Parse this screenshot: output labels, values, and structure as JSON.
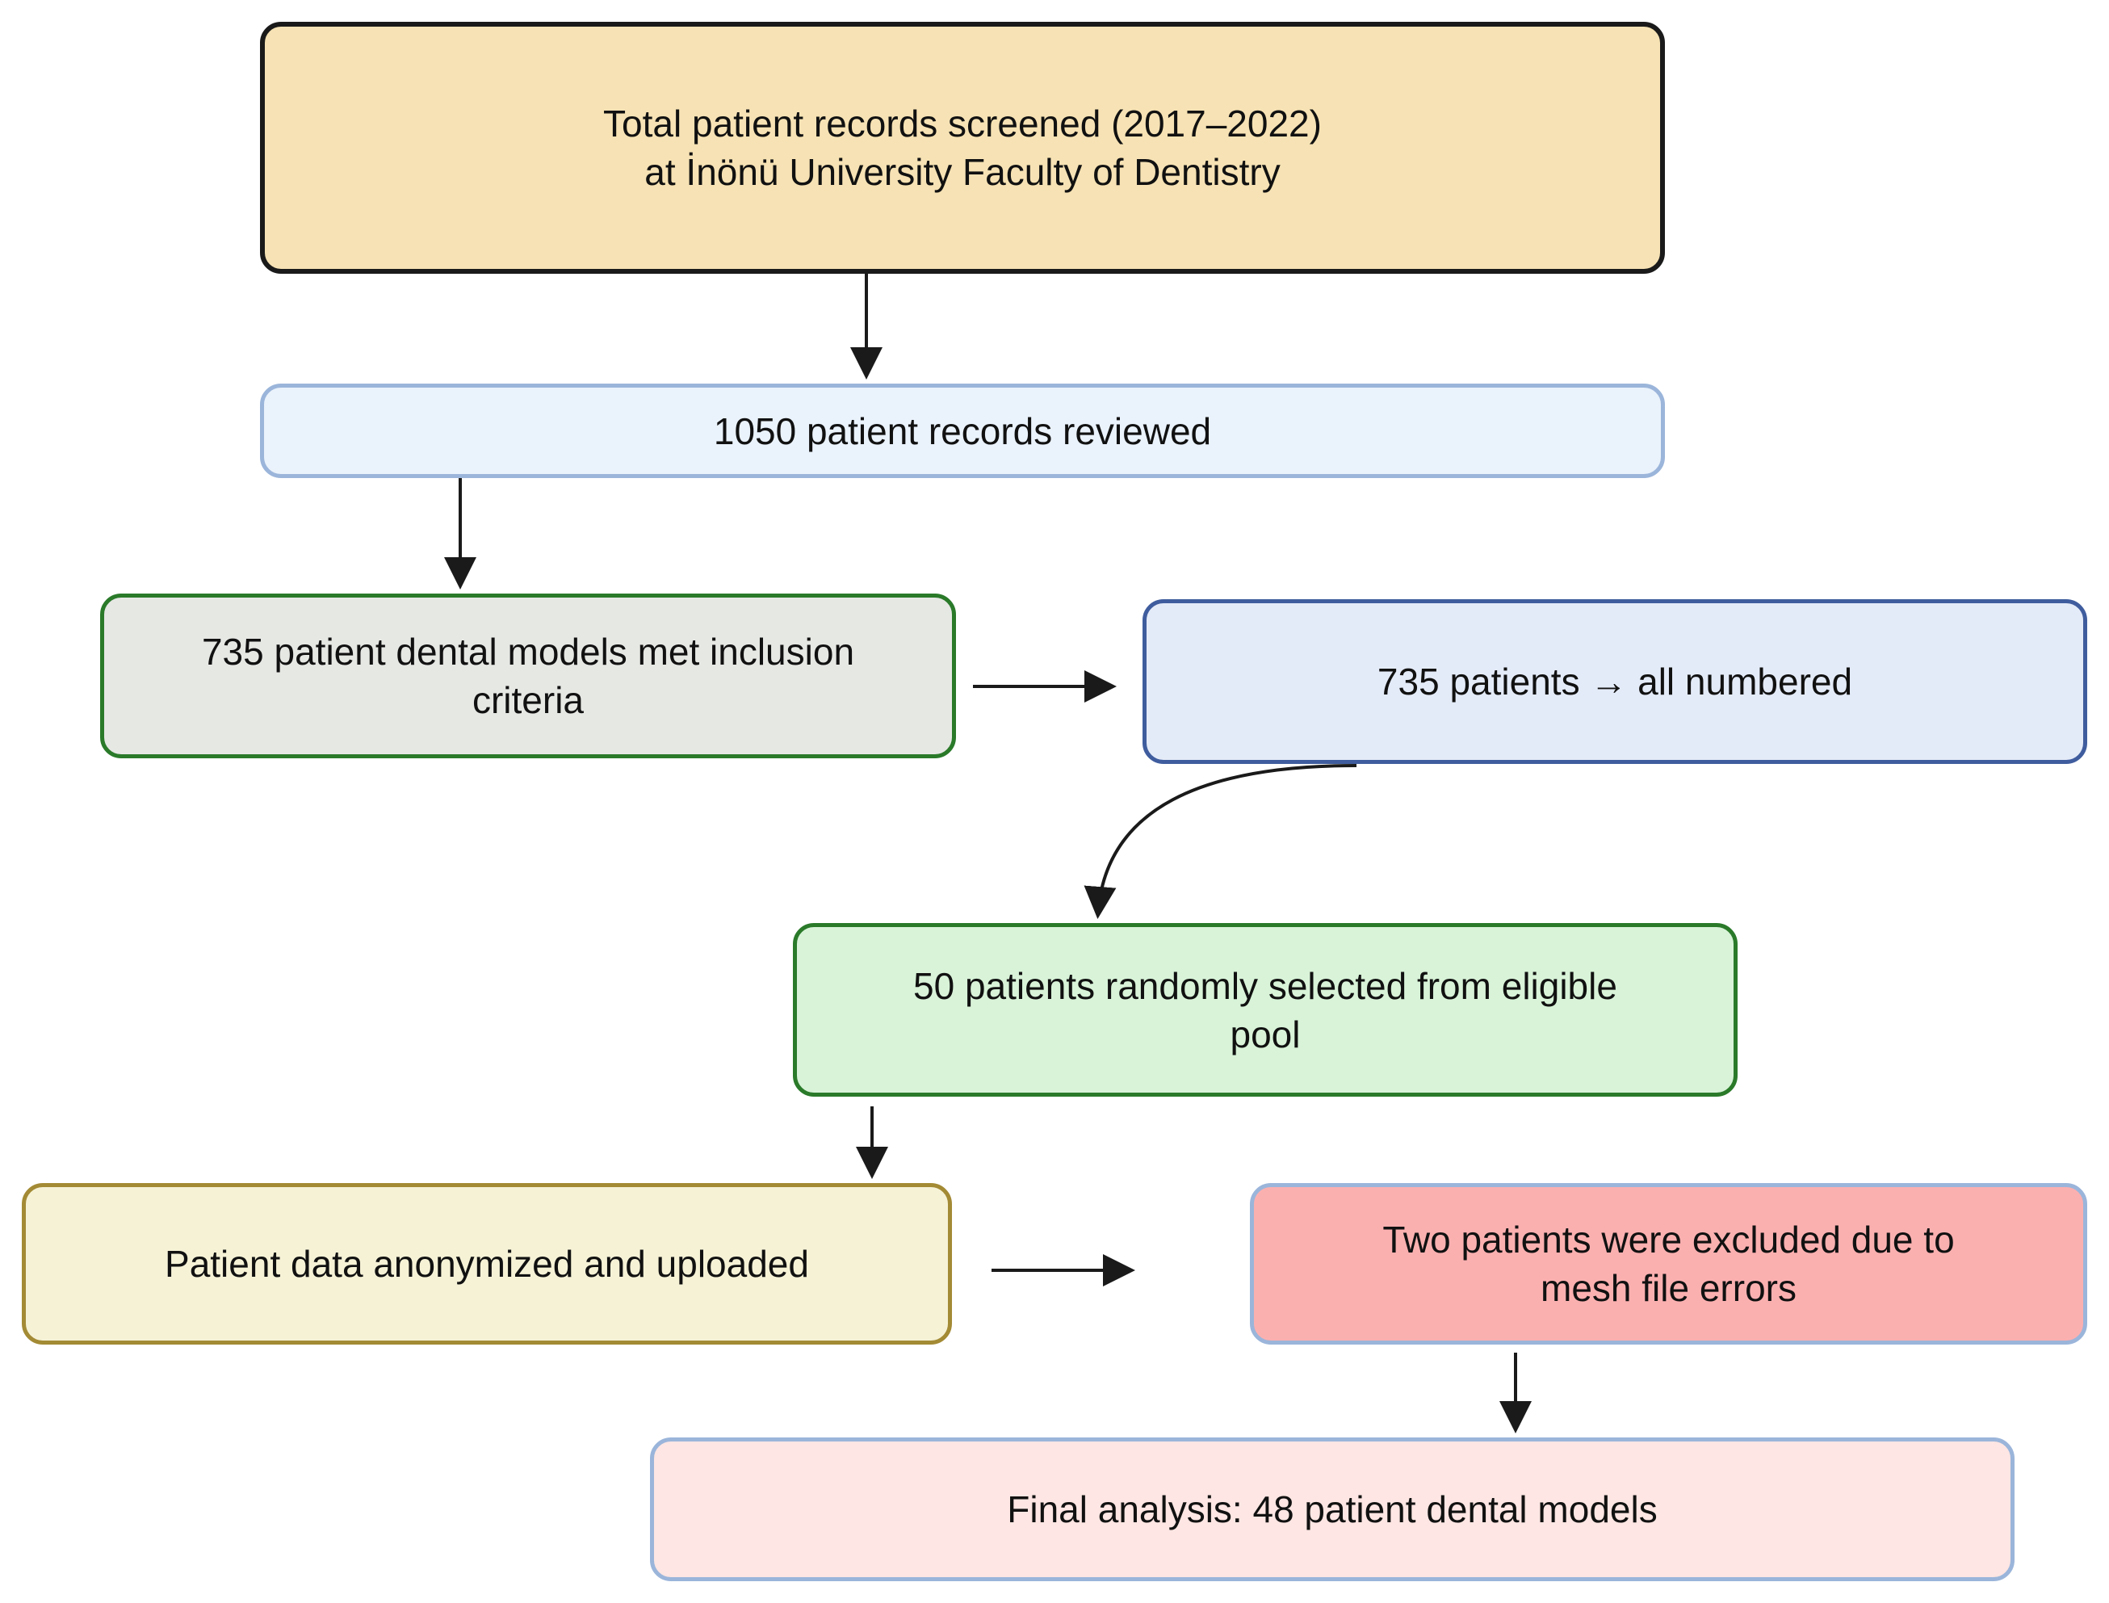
{
  "flowchart": {
    "boxes": {
      "screened": {
        "text": "Total patient records screened (2017–2022)\nat İnönü University Faculty of Dentistry",
        "fill": "#f6e2b4"
      },
      "reviewed": {
        "text": "1050 patient records reviewed",
        "fill": "#eaf2fb"
      },
      "inclusion": {
        "text": "735 patient dental models met inclusion\ncriteria",
        "fill": "#e6e8e4"
      },
      "numbered": {
        "text": "735 patients → all numbered",
        "fill": "#e4ebf8"
      },
      "selected": {
        "text": "50 patients randomly selected from eligible\npool",
        "fill": "#d8f3d8"
      },
      "anonymized": {
        "text": "Patient data anonymized and uploaded",
        "fill": "#f5f2d6"
      },
      "excluded": {
        "text": "Two patients were excluded due to\nmesh file errors",
        "fill": "#fbb0b0"
      },
      "final": {
        "text": "Final analysis: 48 patient dental models",
        "fill": "#fde6e3"
      }
    },
    "arrow_color": "#1a1a1a"
  }
}
